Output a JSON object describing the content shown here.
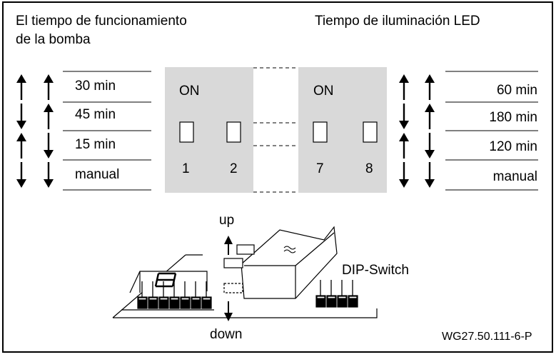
{
  "left_title_line1": "El tiempo de funcionamiento",
  "left_title_line2": "de la bomba",
  "right_title": "Tiempo de iluminación LED",
  "left_options": [
    "30 min",
    "45 min",
    "15 min",
    "manual"
  ],
  "right_options": [
    "60 min",
    "180 min",
    "120 min",
    "manual"
  ],
  "left_block": {
    "on_label": "ON",
    "switch_a": "1",
    "switch_b": "2"
  },
  "right_block": {
    "on_label": "ON",
    "switch_a": "7",
    "switch_b": "8"
  },
  "illustration": {
    "up_label": "up",
    "down_label": "down",
    "dip_label": "DIP-Switch"
  },
  "figure_code": "WG27.50.111-6-P",
  "arrow_patterns": [
    [
      "up",
      "up"
    ],
    [
      "down",
      "up"
    ],
    [
      "up",
      "down"
    ],
    [
      "down",
      "down"
    ]
  ],
  "colors": {
    "panel_gray": "#d9d9d9",
    "stroke": "#000000"
  }
}
